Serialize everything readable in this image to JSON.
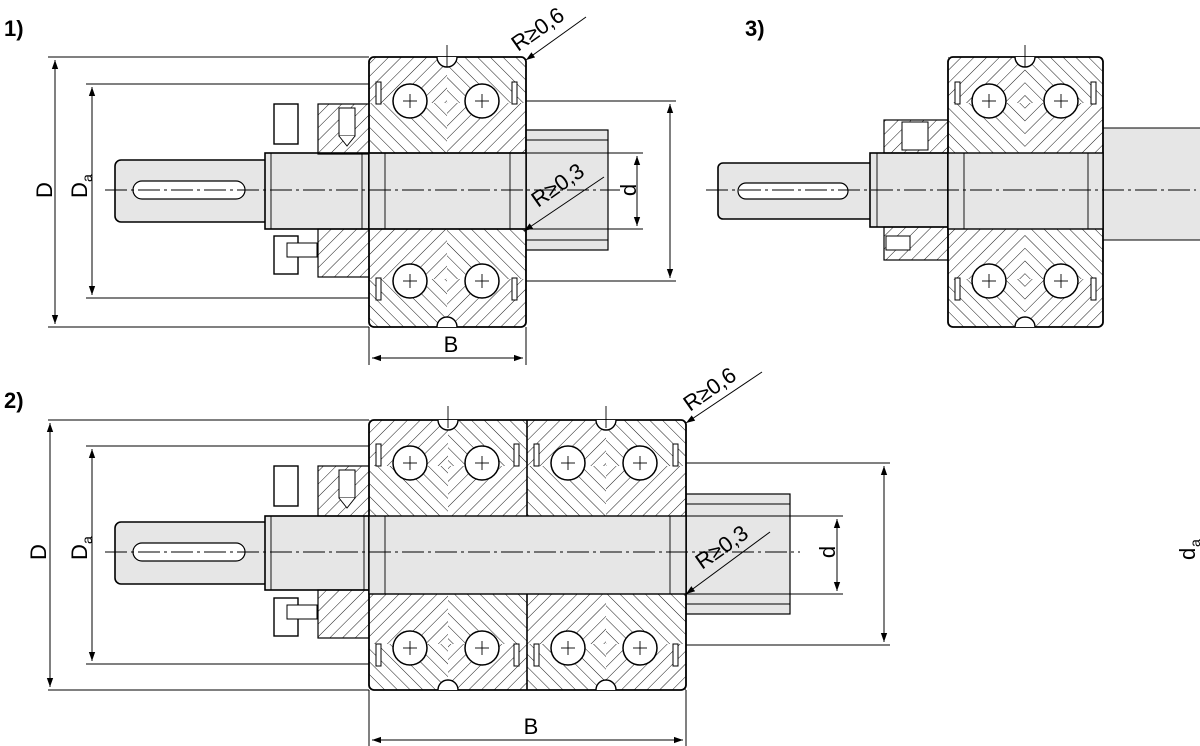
{
  "figures": [
    {
      "number": "1)",
      "labels": {
        "D": "D",
        "Da_main": "D",
        "Da_sub": "a",
        "d": "d",
        "da_main": "d",
        "da_sub": "a",
        "B": "B",
        "R_outer": "R≥0,6",
        "R_inner": "R≥0,3"
      }
    },
    {
      "number": "2)",
      "labels": {
        "D": "D",
        "Da_main": "D",
        "Da_sub": "a",
        "d": "d",
        "da_main": "d",
        "da_sub": "a",
        "B": "B",
        "R_outer": "R≥0,6",
        "R_inner": "R≥0,3"
      }
    },
    {
      "number": "3)",
      "labels": {}
    }
  ],
  "colors": {
    "line": "#000000",
    "fill_gray": "#e6e6e6",
    "background": "#ffffff"
  }
}
